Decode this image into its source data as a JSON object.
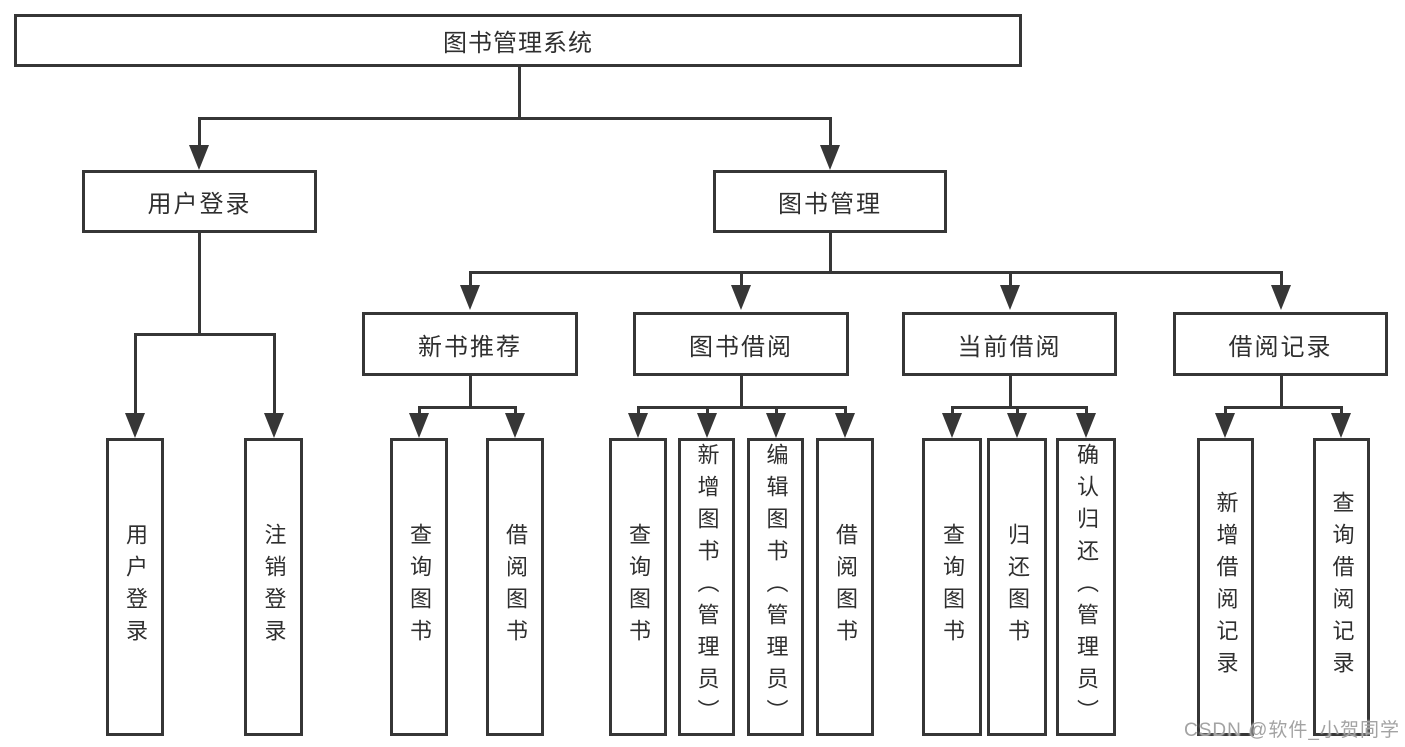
{
  "nodes": {
    "root": "图书管理系统",
    "user_login": "用户登录",
    "book_mgmt": "图书管理",
    "new_book_rec": "新书推荐",
    "book_borrow": "图书借阅",
    "current_borrow": "当前借阅",
    "borrow_records": "借阅记录",
    "leaf_user_login": "用户登录",
    "leaf_logout": "注销登录",
    "leaf_nbr_query": "查询图书",
    "leaf_nbr_borrow": "借阅图书",
    "leaf_bb_query": "查询图书",
    "leaf_bb_add": "新增图书（管理员）",
    "leaf_bb_edit": "编辑图书（管理员）",
    "leaf_bb_borrow": "借阅图书",
    "leaf_cb_query": "查询图书",
    "leaf_cb_return": "归还图书",
    "leaf_cb_confirm": "确认归还（管理员）",
    "leaf_br_add": "新增借阅记录",
    "leaf_br_query": "查询借阅记录"
  },
  "watermark": {
    "text": "CSDN @软件_小贺同学"
  },
  "colors": {
    "line": "#363636",
    "text": "#2f2f2f",
    "background": "#ffffff",
    "box_background": "#ffffff",
    "watermark": "#a3a3a3"
  }
}
